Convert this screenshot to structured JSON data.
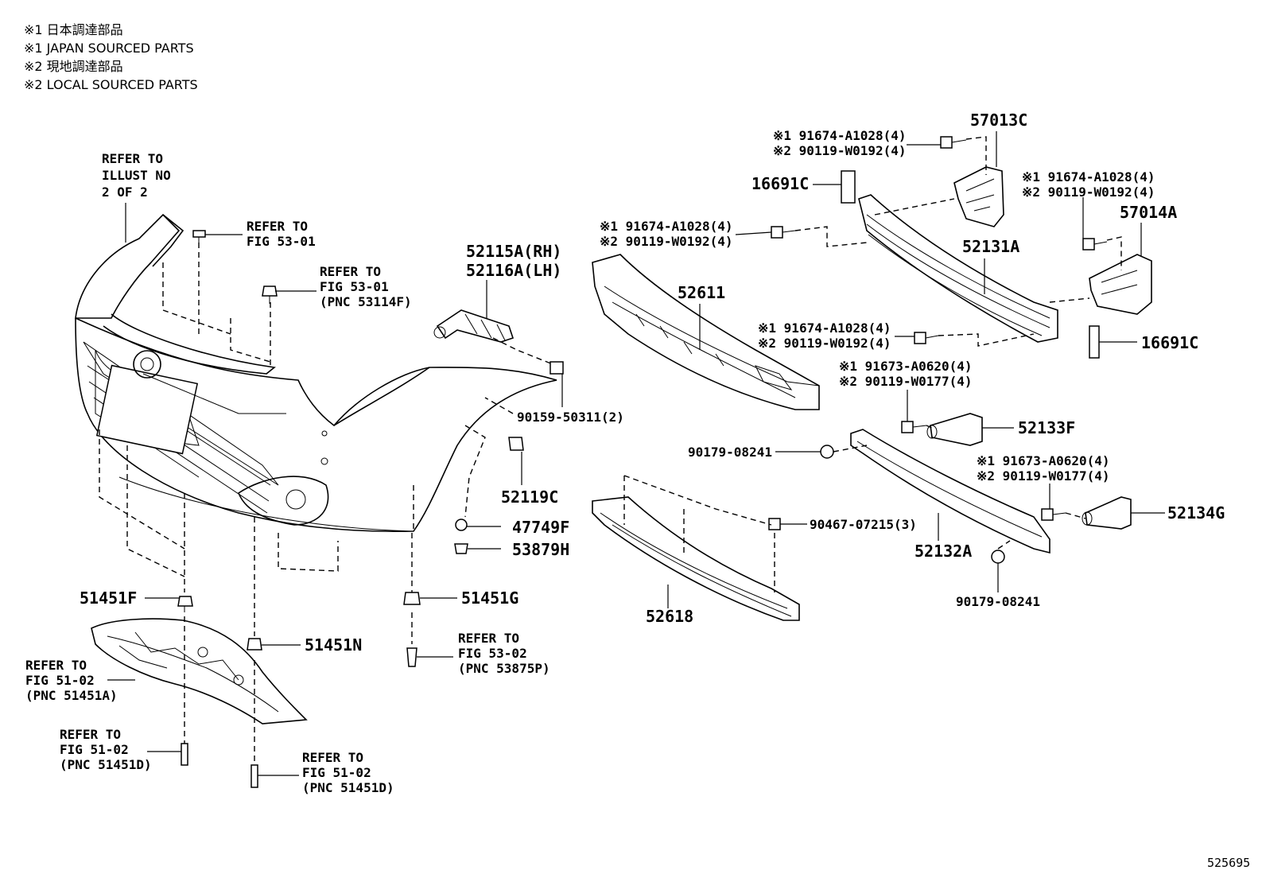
{
  "notes": [
    "※1 日本調達部品",
    "※1 JAPAN SOURCED PARTS",
    "※2 現地調達部品",
    "※2 LOCAL SOURCED PARTS"
  ],
  "illustration_number": "525695",
  "labels": {
    "refer_illust": [
      "REFER TO",
      "ILLUST NO",
      "2 OF 2"
    ],
    "refer_53_01_a": [
      "REFER TO",
      "FIG 53-01"
    ],
    "refer_53_01_b": [
      "REFER TO",
      "FIG 53-01",
      "(PNC 53114F)"
    ],
    "p_52115A": "52115A(RH)",
    "p_52116A": "52116A(LH)",
    "p_90159": "90159-50311(2)",
    "p_52119C": "52119C",
    "p_47749F": "47749F",
    "p_53879H": "53879H",
    "p_51451F": "51451F",
    "p_51451G": "51451G",
    "p_51451N": "51451N",
    "refer_53_02": [
      "REFER TO",
      "FIG 53-02",
      "(PNC 53875P)"
    ],
    "refer_51_02_a": [
      "REFER TO",
      "FIG 51-02",
      "(PNC 51451A)"
    ],
    "refer_51_02_b": [
      "REFER TO",
      "FIG 51-02",
      "(PNC 51451D)"
    ],
    "refer_51_02_c": [
      "REFER TO",
      "FIG 51-02",
      "(PNC 51451D)"
    ],
    "p_57013C": "57013C",
    "p_16691C_top": "16691C",
    "p_16691C_right": "16691C",
    "p_57014A": "57014A",
    "p_52131A": "52131A",
    "p_52611": "52611",
    "p_52133F": "52133F",
    "p_52134G": "52134G",
    "p_52132A": "52132A",
    "p_52618": "52618",
    "p_90179_a": "90179-08241",
    "p_90179_b": "90179-08241",
    "p_90467": "90467-07215(3)",
    "bolt_a": [
      "※1 91674-A1028(4)",
      "※2 90119-W0192(4)"
    ],
    "bolt_b": [
      "※1 91674-A1028(4)",
      "※2 90119-W0192(4)"
    ],
    "bolt_c": [
      "※1 91674-A1028(4)",
      "※2 90119-W0192(4)"
    ],
    "bolt_d": [
      "※1 91674-A1028(4)",
      "※2 90119-W0192(4)"
    ],
    "bolt_e": [
      "※1 91673-A0620(4)",
      "※2 90119-W0177(4)"
    ],
    "bolt_f": [
      "※1 91673-A0620(4)",
      "※2 90119-W0177(4)"
    ]
  }
}
